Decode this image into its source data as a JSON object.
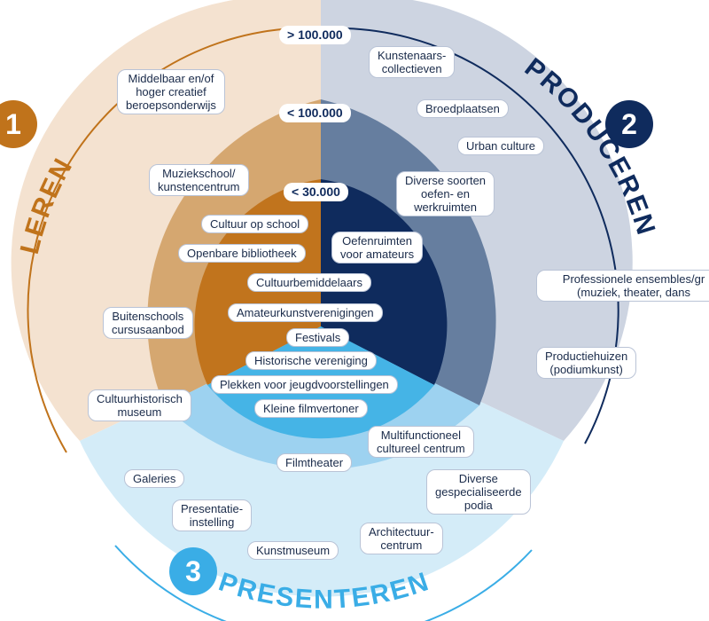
{
  "colors": {
    "leren_outer": "#f4e2d0",
    "leren_mid": "#d5a770",
    "leren_inner": "#c1741d",
    "prod_outer": "#cdd4e1",
    "prod_mid": "#667e9f",
    "prod_inner": "#0f2b5d",
    "pres_outer": "#d4ecf8",
    "pres_mid": "#9dd2f0",
    "pres_inner": "#45b4e6",
    "leren_accent": "#c0731b",
    "prod_accent": "#0f2b5d",
    "pres_accent": "#3aade6"
  },
  "sections": {
    "leren": {
      "number": "1",
      "title": "LEREN"
    },
    "produceren": {
      "number": "2",
      "title": "PRODUCEREN"
    },
    "presenteren": {
      "number": "3",
      "title": "PRESENTEREN"
    }
  },
  "rings": {
    "outer": "> 100.000",
    "middle": "< 100.000",
    "inner": "< 30.000"
  },
  "labels": {
    "middelbaar": "Middelbaar en/of\nhoger creatief\nberoepsonderwijs",
    "muziekschool": "Muziekschool/\nkunstencentrum",
    "cultuur_op_school": "Cultuur op school",
    "openbare_bibliotheek": "Openbare bibliotheek",
    "buitenschools": "Buitenschools\ncursusaanbod",
    "kunstenaarscollectieven": "Kunstenaars-\ncollectieven",
    "broedplaatsen": "Broedplaatsen",
    "urban_culture": "Urban culture",
    "diverse_oefen": "Diverse soorten\noefen- en\nwerkruimten",
    "oefenruimten": "Oefenruimten\nvoor amateurs",
    "professionele": "Professionele ensembles/gr\n(muziek, theater, dans",
    "productiehuizen": "Productiehuizen\n(podiumkunst)",
    "cultuurbemiddelaars": "Cultuurbemiddelaars",
    "amateurkunst": "Amateurkunstverenigingen",
    "festivals": "Festivals",
    "historische": "Historische vereniging",
    "plekken": "Plekken voor jeugdvoorstellingen",
    "kleine_film": "Kleine filmvertoner",
    "cultuurhistorisch": "Cultuurhistorisch\nmuseum",
    "multifunctioneel": "Multifunctioneel\ncultureel centrum",
    "filmtheater": "Filmtheater",
    "galeries": "Galeries",
    "presentatie": "Presentatie-\ninstelling",
    "diverse_podia": "Diverse\ngespecialiseerde\npodia",
    "architectuur": "Architectuur-\ncentrum",
    "kunstmuseum": "Kunstmuseum"
  }
}
